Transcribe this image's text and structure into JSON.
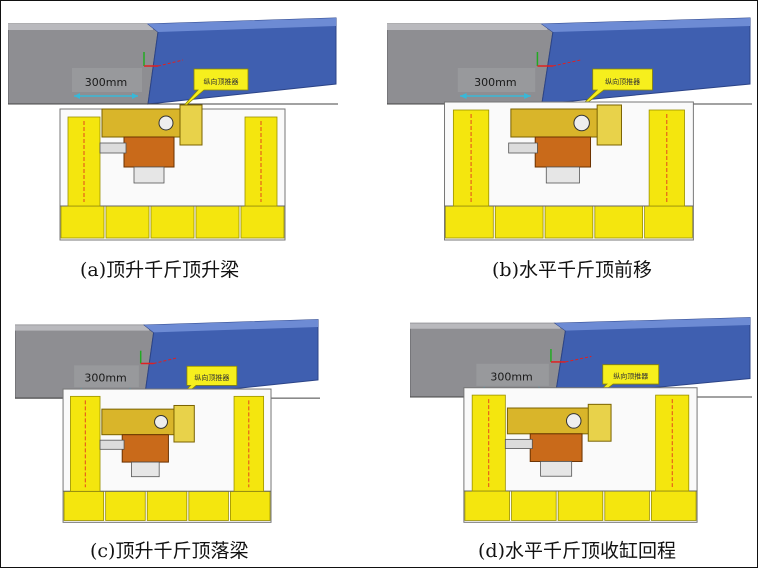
{
  "panels": [
    {
      "id": "a",
      "caption": "(a)顶升千斤顶升梁",
      "dimension": "300mm",
      "tag": "纵向顶推器",
      "stage": "lift"
    },
    {
      "id": "b",
      "caption": "(b)水平千斤顶前移",
      "dimension": "300mm",
      "tag": "纵向顶推器",
      "stage": "push"
    },
    {
      "id": "c",
      "caption": "(c)顶升千斤顶落梁",
      "dimension": "300mm",
      "tag": "纵向顶推器",
      "stage": "lower"
    },
    {
      "id": "d",
      "caption": "(d)水平千斤顶收缸回程",
      "dimension": "300mm",
      "tag": "纵向顶推器",
      "stage": "retract"
    }
  ],
  "colors": {
    "girder_gray": "#8e8e92",
    "girder_blue": "#3f5fb0",
    "jack_yellow": "#f4e60e",
    "jack_orange": "#c96a1a",
    "tag_yellow": "#f6ef1d",
    "axis_red": "#e02020",
    "dim_cyan": "#38b8d8"
  }
}
